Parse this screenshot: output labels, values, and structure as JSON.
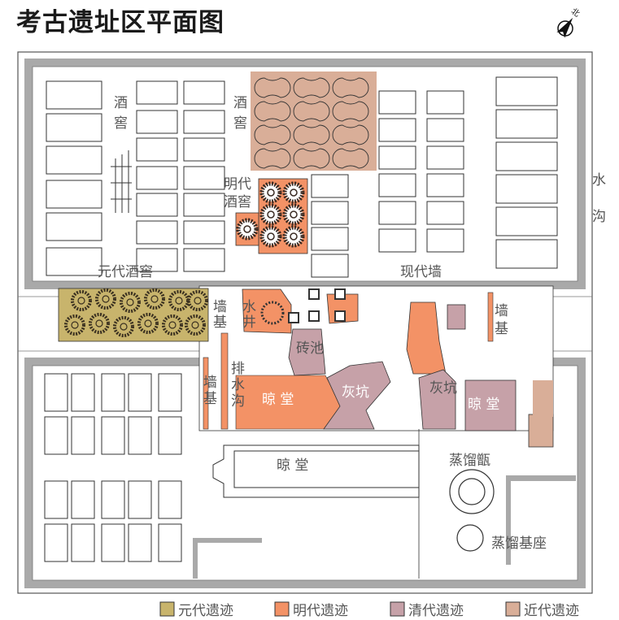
{
  "title": "考古遗址区平面图",
  "compass": {
    "icon": "north-arrow-icon",
    "label": "北"
  },
  "colors": {
    "yuan": "#c8b46c",
    "ming": "#f39266",
    "qing": "#c6a1a8",
    "modern": "#d9ae98",
    "wall": "#a9a9a9"
  },
  "labels": {
    "cellar_left": [
      "酒",
      "窖"
    ],
    "cellar_mid": [
      "酒",
      "窖"
    ],
    "ming_cellar": [
      "明代",
      "酒窖"
    ],
    "ditch": [
      "水",
      "沟"
    ],
    "yuan_cellar": "元代酒窖",
    "modern_wall": "现代墙",
    "wall_base_left": [
      "墙",
      "基"
    ],
    "well": [
      "水",
      "井"
    ],
    "brick_pool": "砖池",
    "drain": [
      "排",
      "水",
      "沟"
    ],
    "wall_base_lower": [
      "墙",
      "基"
    ],
    "drying_hall_ming": "晾  堂",
    "ash_pit_1": "灰坑",
    "ash_pit_2": "灰坑",
    "drying_hall_qing": "晾 堂",
    "wall_base_right": [
      "墙",
      "基"
    ],
    "drying_hall_lower": "晾     堂",
    "still": "蒸馏甑",
    "still_base": "蒸馏基座"
  },
  "legend": [
    {
      "label": "元代遗迹",
      "color": "#c8b46c"
    },
    {
      "label": "明代遗迹",
      "color": "#f39266"
    },
    {
      "label": "清代遗迹",
      "color": "#c6a1a8"
    },
    {
      "label": "近代遗迹",
      "color": "#d9ae98"
    }
  ]
}
